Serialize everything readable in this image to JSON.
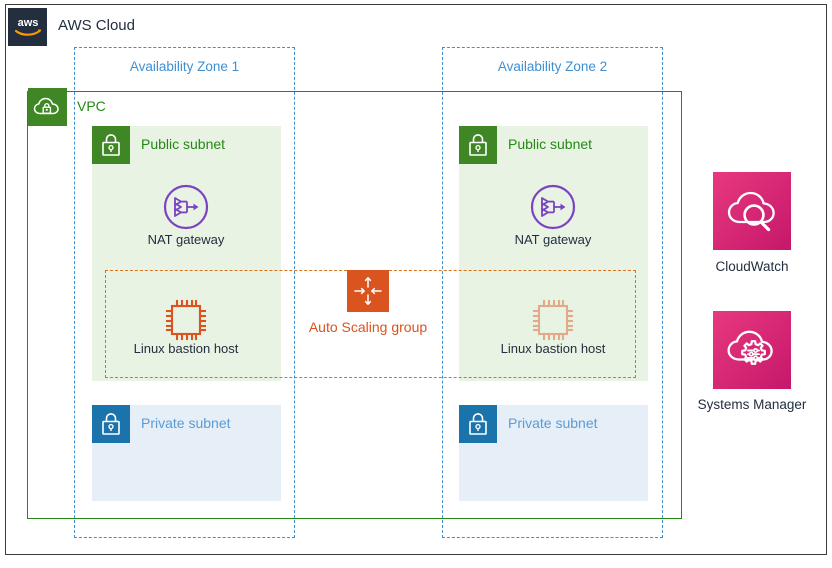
{
  "diagram": {
    "title": "AWS Cloud",
    "cloud": {
      "logo_text": "aws",
      "label": "AWS Cloud"
    },
    "vpc": {
      "label": "VPC",
      "icon": "vpc-cloud-lock-icon",
      "color": "#248814"
    },
    "availability_zones": [
      {
        "label": "Availability Zone 1",
        "color": "#3f8fd2"
      },
      {
        "label": "Availability Zone 2",
        "color": "#3f8fd2"
      }
    ],
    "subnets": [
      {
        "label": "Public subnet",
        "zone": "Availability Zone 1",
        "icon": "lock-icon",
        "type": "public",
        "color": "#248814",
        "fill": "#e8f3e4"
      },
      {
        "label": "Public subnet",
        "zone": "Availability Zone 2",
        "icon": "lock-icon",
        "type": "public",
        "color": "#248814",
        "fill": "#e8f3e4"
      },
      {
        "label": "Private subnet",
        "zone": "Availability Zone 1",
        "icon": "lock-icon",
        "type": "private",
        "color": "#5b9bd5",
        "fill": "#e6eff7"
      },
      {
        "label": "Private subnet",
        "zone": "Availability Zone 2",
        "icon": "lock-icon",
        "type": "private",
        "color": "#5b9bd5",
        "fill": "#e6eff7"
      }
    ],
    "resources": [
      {
        "label": "NAT gateway",
        "icon": "nat-gateway-icon",
        "zone": "Availability Zone 1",
        "color": "#7b43c1"
      },
      {
        "label": "NAT gateway",
        "icon": "nat-gateway-icon",
        "zone": "Availability Zone 2",
        "color": "#7b43c1"
      },
      {
        "label": "Linux bastion host",
        "icon": "ec2-instance-icon",
        "zone": "Availability Zone 1",
        "color": "#d9541e"
      },
      {
        "label": "Linux bastion host",
        "icon": "ec2-instance-icon",
        "zone": "Availability Zone 2",
        "color": "#d9541e"
      }
    ],
    "auto_scaling_group": {
      "label": "Auto Scaling group",
      "icon": "auto-scaling-group-icon",
      "color": "#d9541e"
    },
    "services": [
      {
        "label": "CloudWatch",
        "icon": "cloudwatch-icon",
        "color": "#e8387f"
      },
      {
        "label": "Systems Manager",
        "icon": "systems-manager-icon",
        "color": "#e8387f"
      }
    ]
  }
}
